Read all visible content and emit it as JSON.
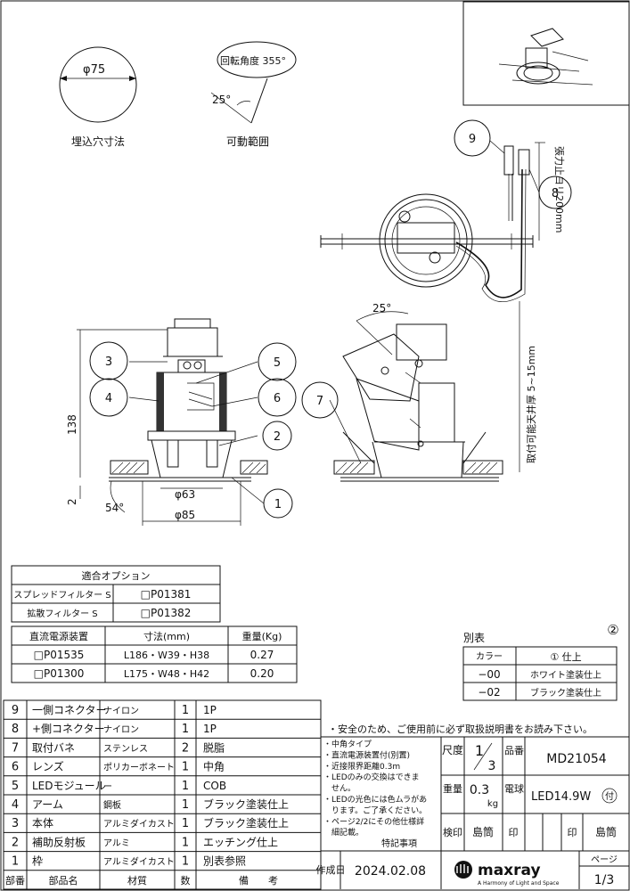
{
  "drawing": {
    "cutout_dim": "φ75",
    "cutout_caption": "埋込穴寸法",
    "rotation_label": "回転角度 355°",
    "tilt_angle": "25°",
    "tilt_caption": "可動範囲",
    "front_height": "138",
    "front_bottom": "2",
    "flange_angle": "54°",
    "inner_dia": "φ63",
    "outer_dia": "φ85",
    "side_tilt": "25°",
    "pull_dim": "張力止ヨリ200mm",
    "ceiling_range": "取付可能天井厚 5~15mm",
    "callouts": [
      "1",
      "2",
      "3",
      "4",
      "5",
      "6",
      "7",
      "8",
      "9"
    ]
  },
  "options_table": {
    "title": "適合オプション",
    "rows": [
      {
        "name": "スプレッドフィルター S",
        "code": "□P01381"
      },
      {
        "name": "拡散フィルター S",
        "code": "□P01382"
      }
    ]
  },
  "psu_table": {
    "headers": [
      "直流電源装置",
      "寸法(mm)",
      "重量(Kg)"
    ],
    "rows": [
      [
        "□P01535",
        "L186・W39・H38",
        "0.27"
      ],
      [
        "□P01300",
        "L175・W48・H42",
        "0.20"
      ]
    ]
  },
  "variant_table": {
    "label": "別表",
    "page_mark": "②",
    "headers": [
      "カラー",
      "① 仕上"
    ],
    "rows": [
      [
        "−00",
        "ホワイト塗装仕上"
      ],
      [
        "−02",
        "ブラック塗装仕上"
      ]
    ]
  },
  "parts_table": {
    "footer": [
      "部番",
      "部品名",
      "材質",
      "数",
      "備　　考"
    ],
    "rows": [
      [
        "9",
        "一側コネクター",
        "ナイロン",
        "1",
        "1P"
      ],
      [
        "8",
        "+側コネクター",
        "ナイロン",
        "1",
        "1P"
      ],
      [
        "7",
        "取付バネ",
        "ステンレス",
        "2",
        "脱脂"
      ],
      [
        "6",
        "レンズ",
        "ポリカーボネート",
        "1",
        "中角"
      ],
      [
        "5",
        "LEDモジュール",
        "ー",
        "1",
        "COB"
      ],
      [
        "4",
        "アーム",
        "鋼板",
        "1",
        "ブラック塗装仕上"
      ],
      [
        "3",
        "本体",
        "アルミダイカスト",
        "1",
        "ブラック塗装仕上"
      ],
      [
        "2",
        "補助反射板",
        "アルミ",
        "1",
        "エッチング仕上"
      ],
      [
        "1",
        "枠",
        "アルミダイカスト",
        "1",
        "別表参照"
      ]
    ]
  },
  "notes": {
    "safety": "・安全のため、ご使用前に必ず取扱説明書をお読み下さい。",
    "lines": [
      "・中角タイプ",
      "・直流電源装置付(別置)",
      "・近接限界距離0.3m",
      "・LEDのみの交換はできま",
      "　せん。",
      "・LEDの光色には色ムラがあ",
      "　ります。ご了承ください。",
      "・ページ2/2にその他仕様詳",
      "　細記載。"
    ],
    "caption": "特記事項"
  },
  "title_block": {
    "scale_label": "尺度",
    "scale_num": "1",
    "scale_den": "3",
    "part_no_label": "品番",
    "part_no": "MD21054",
    "weight_label": "重量",
    "weight": "0.3",
    "weight_unit": "kg",
    "lamp_label": "電球",
    "lamp": "LED14.9W",
    "lamp_mark": "付",
    "check_label": "検印",
    "checker": "島筒",
    "stamp": "印",
    "approver": "島筒",
    "date_label": "作成日",
    "date": "2024.02.08",
    "brand": "maxray",
    "tagline": "A Harmony of Light and Space",
    "page_label": "ページ",
    "page": "1/3"
  }
}
